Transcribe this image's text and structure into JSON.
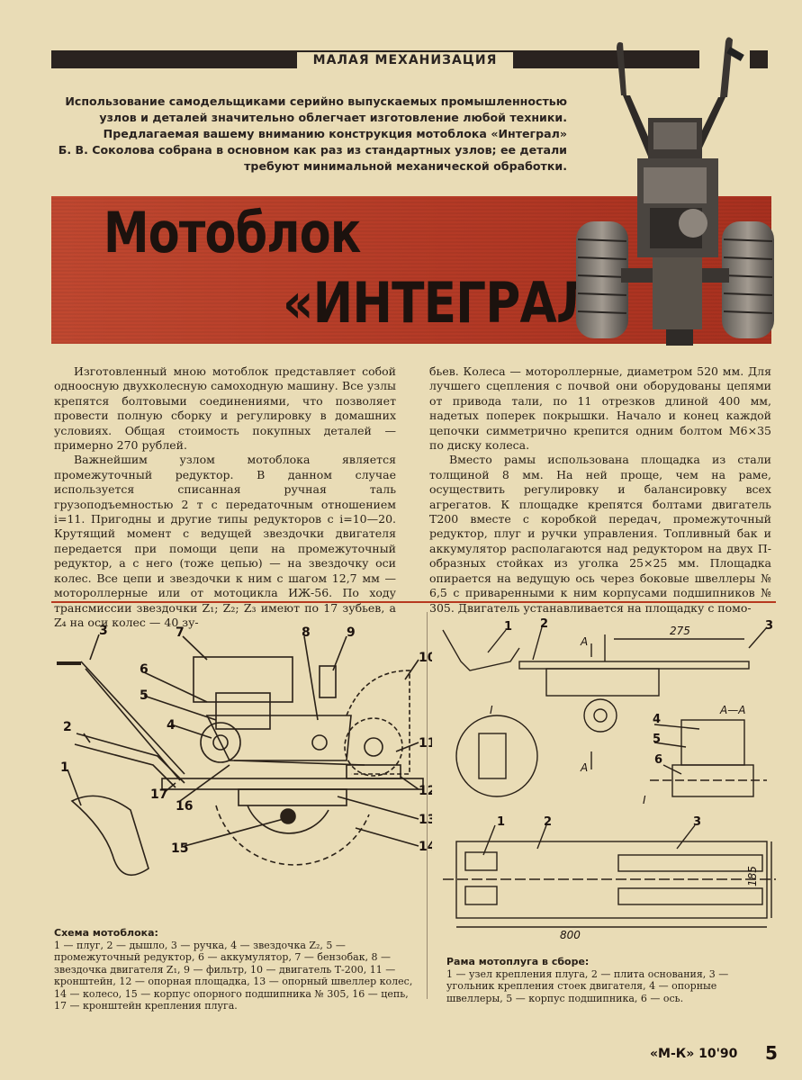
{
  "header": {
    "section": "МАЛАЯ МЕХАНИЗАЦИЯ"
  },
  "intro": {
    "lines": [
      "Использование самодельщиками серийно выпускаемых промышленностью",
      "узлов и деталей значительно облегчает изготовление любой техники.",
      "Предлагаемая вашему вниманию конструкция мотоблока «Интеграл»",
      "Б. В. Соколова собрана в основном как раз из стандартных узлов; ее детали",
      "требуют минимальной механической обработки."
    ]
  },
  "title": {
    "line1": "Мотоблок",
    "line2": "«ИНТЕГРАЛ»"
  },
  "article": {
    "left": [
      "Изготовленный мною мотоблок представляет собой одноосную двухколесную самоходную машину. Все узлы крепятся болтовыми соединениями, что позволяет провести полную сборку и регулировку в домашних условиях. Общая стоимость покупных деталей — примерно 270 рублей.",
      "Важнейшим узлом мотоблока является промежуточный редуктор. В данном случае используется списанная ручная таль грузоподъемностью 2 т с передаточным отношением i=11. Пригодны и другие типы редукторов с i=10—20. Крутящий момент с ведущей звездочки двигателя передается при помощи цепи на промежуточный редуктор, а с него (тоже цепью) — на звездочку оси колес. Все цепи и звездочки к ним с шагом 12,7 мм — мотороллерные или от мотоцикла ИЖ-56. По ходу трансмиссии звездочки Z₁; Z₂; Z₃ имеют по 17 зубьев, а Z₄ на оси колес — 40 зу-"
    ],
    "right": [
      "бьев. Колеса — мотороллерные, диаметром 520 мм. Для лучшего сцепления с почвой они оборудованы цепями от привода тали, по 11 отрезков длиной 400 мм, надетых поперек покрышки. Начало и конец каждой цепочки симметрично крепится одним болтом М6×35 по диску колеса.",
      "Вместо рамы использована площадка из стали толщиной 8 мм. На ней проще, чем на раме, осуществить регулировку и балансировку всех агрегатов. К площадке крепятся болтами двигатель Т200 вместе с коробкой передач, промежуточный редуктор, плуг и ручки управления. Топливный бак и аккумулятор располагаются над редуктором на двух П-образных стойках из уголка 25×25 мм. Площадка опирается на ведущую ось через боковые швеллеры № 6,5 с приваренными к ним корпусами подшипников № 305. Двигатель устанавливается на площадку с помо-"
    ]
  },
  "figure_left": {
    "labels": [
      "1",
      "2",
      "3",
      "4",
      "5",
      "6",
      "7",
      "8",
      "9",
      "10",
      "11",
      "12",
      "13",
      "14",
      "15",
      "16",
      "17"
    ],
    "caption_title": "Схема мотоблока:",
    "caption_text": "1 — плуг, 2 — дышло, 3 — ручка, 4 — звездочка Z₂, 5 — промежуточный редуктор, 6 — аккумулятор, 7 — бензобак, 8 — звездочка двигателя Z₁, 9 — фильтр, 10 — двигатель Т-200, 11 — кронштейн, 12 — опорная площадка, 13 — опорный швеллер колес, 14 — колесо, 15 — корпус опорного подшипника № 305, 16 — цепь, 17 — кронштейн крепления плуга."
  },
  "figure_right": {
    "labels": [
      "1",
      "2",
      "3",
      "4",
      "5",
      "6",
      "1",
      "2",
      "3"
    ],
    "section_labels": [
      "A",
      "A",
      "A—A",
      "I",
      "I"
    ],
    "dims": [
      "275",
      "185",
      "800"
    ],
    "caption_title": "Рама мотоплуга в сборе:",
    "caption_text": "1 — узел крепления плуга, 2 — плита основания, 3 — угольник крепления стоек двигателя, 4 — опорные швеллеры, 5 — корпус подшипника, 6 — ось."
  },
  "footer": {
    "magazine": "«М-К» 10'90",
    "page": "5"
  },
  "colors": {
    "paper": "#e9dcb6",
    "band": "#b43a26",
    "ink": "#241c14"
  }
}
